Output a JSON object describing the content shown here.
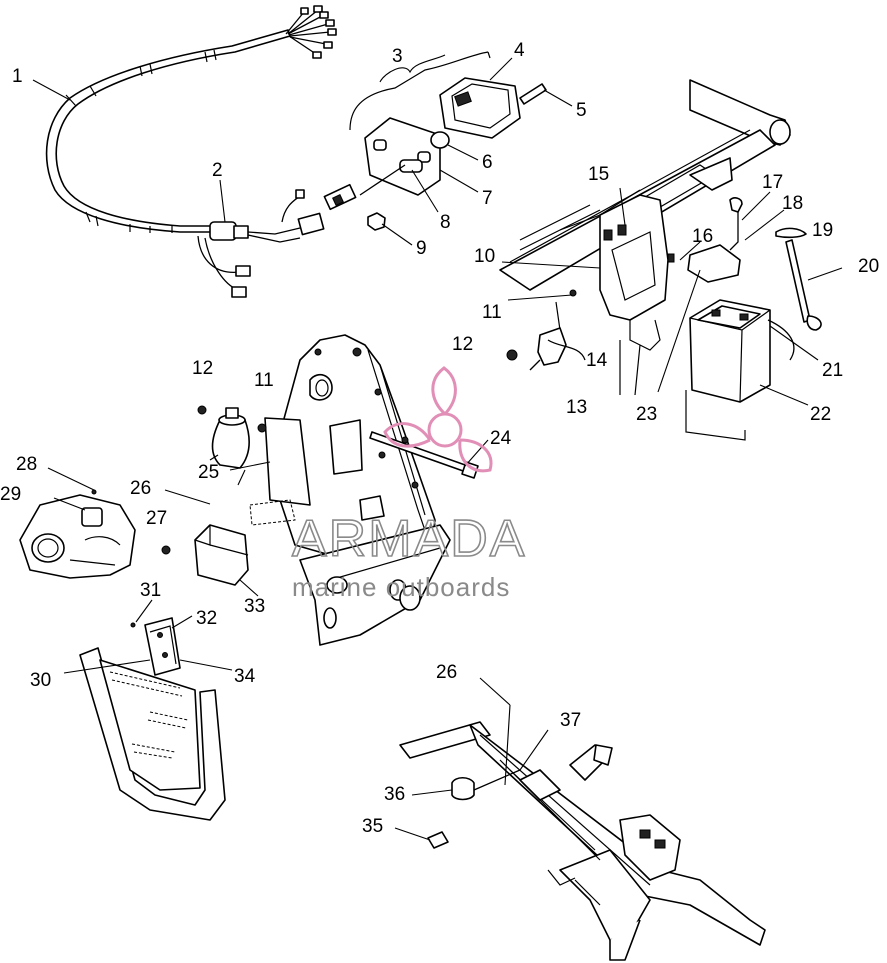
{
  "callouts": {
    "c1": "1",
    "c2": "2",
    "c3": "3",
    "c4": "4",
    "c5": "5",
    "c6": "6",
    "c7": "7",
    "c8": "8",
    "c9": "9",
    "c10": "10",
    "c11a": "11",
    "c11b": "11",
    "c12a": "12",
    "c12b": "12",
    "c13": "13",
    "c14": "14",
    "c15": "15",
    "c16": "16",
    "c17": "17",
    "c18": "18",
    "c19": "19",
    "c20": "20",
    "c21": "21",
    "c22": "22",
    "c23": "23",
    "c24": "24",
    "c25": "25",
    "c26a": "26",
    "c26b": "26",
    "c27": "27",
    "c28": "28",
    "c29": "29",
    "c30": "30",
    "c31": "31",
    "c32": "32",
    "c33": "33",
    "c34": "34",
    "c35": "35",
    "c36": "36",
    "c37": "37"
  },
  "watermark": {
    "brand": "ARMADA",
    "tagline": "marine outboards",
    "color": "#8a8a8a",
    "logo_color": "#e18fb6"
  }
}
